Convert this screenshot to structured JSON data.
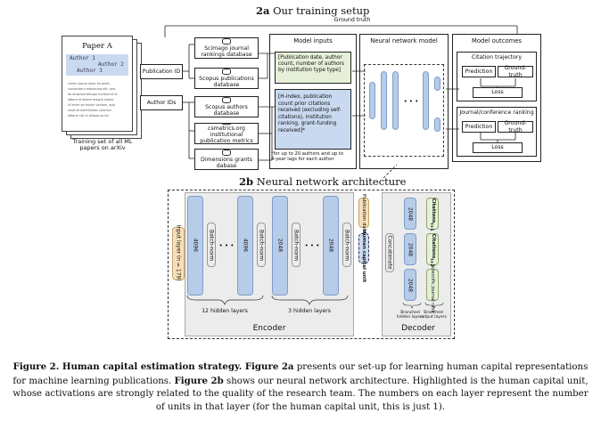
{
  "fig2a": {
    "title_num": "2a",
    "title_text": "Our training setup",
    "ground_truth": "Ground truth",
    "paper": {
      "title": "Paper A",
      "authors": [
        "Author 1",
        "Author 2",
        "Author 3"
      ],
      "body_lines": [
        "Lorem ipsum dolor sit amet,",
        "consectetur adipiscing elit, sed",
        "do eiusmod tempor incididunt ut",
        "labore et dolore magna aliqua.",
        "Ut enim ad minim veniam, quis",
        "nostrud exercitation ullamco",
        "laboris nisi ut aliquip ex ea"
      ],
      "caption_line1": "Training set of all ML",
      "caption_line2": "papers on arXiv"
    },
    "publication_id": "Publication ID",
    "author_ids": "Author IDs",
    "db_scimago_1": "Scimago journal",
    "db_scimago_2": "rankings database",
    "db_scopus_pub_1": "Scopus publications",
    "db_scopus_pub_2": "database",
    "db_scopus_auth_1": "Scopus authors",
    "db_scopus_auth_2": "database",
    "db_csmetrics_1": "csmetrics.org institutional",
    "db_csmetrics_2": "publication metrics",
    "db_dimensions_1": "Dimensions grants",
    "db_dimensions_2": "dabase",
    "model_inputs": "Model inputs",
    "input_green": "[Publication date, author count, number of authors by institution type type]",
    "input_blue": "[H-index, publication count prior citations received (excluding self-citations), institution ranking, grant-funding received]*",
    "footnote_1": "*for up to 20 authors and up to",
    "footnote_2": "4-year lags for each author",
    "nn_model": "Neural network model",
    "model_outcomes": "Model outcomes",
    "citation_trajectory": "Citation trajectory",
    "journal_ranking": "Journal/conference ranking",
    "prediction": "Prediction",
    "ground_truth_box": "Ground-truth",
    "loss": "Loss"
  },
  "fig2b": {
    "title_num": "2b",
    "title_text": "Neural network architecture",
    "input_layer_1": "Input layer",
    "input_layer_2": "(n = 179)",
    "units_4096": "4096",
    "units_2048": "2048",
    "batch_norm": "Batch-norm",
    "dots": "• • •",
    "hidden_12": "12 hidden layers",
    "hidden_3": "3 hidden layers",
    "encoder": "Encoder",
    "decoder": "Decoder",
    "pub_date_1": "Publication",
    "pub_date_2": "date",
    "human_capital_1": "Human",
    "human_capital_2": "capital unit",
    "concatenate": "Concatenate",
    "citations_1": "Citations",
    "citations_t": "t+1",
    "citations_2": "Citations",
    "citations_t2": "t+2",
    "sci_journal_1": "Scientific",
    "sci_journal_2": "journal rank",
    "branched_hidden_1": "Branched",
    "branched_hidden_2": "hidden layers",
    "branched_output_1": "Branched",
    "branched_output_2": "output layers"
  },
  "caption": {
    "lead": "Figure 2. Human capital estimation strategy. Figure 2a",
    "part1": " presents our set-up for learning human capital representations for machine learning publications. ",
    "fig2b": "Figure 2b",
    "part2": " shows our neural network architecture. Highlighted is the human capital unit, whose activations are strongly related to the quality of the research team. The numbers on each layer represent the number of units in that layer (for the human capital unit, this is just 1)."
  },
  "colors": {
    "blue": "#b7cce8",
    "green": "#e6f0d8",
    "orange": "#f6dfb8",
    "grey": "#ececec",
    "highlight": "#c9daf0"
  }
}
